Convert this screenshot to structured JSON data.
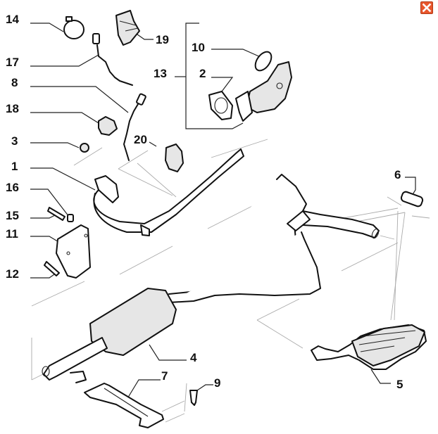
{
  "close_button": {
    "icon": "close-icon",
    "color": "#e8562c"
  },
  "callouts": [
    {
      "id": "14",
      "label": "14",
      "part": "hose-clamp"
    },
    {
      "id": "19",
      "label": "19",
      "part": "sensor-bracket"
    },
    {
      "id": "17",
      "label": "17",
      "part": "oxygen-sensor-upstream"
    },
    {
      "id": "8",
      "label": "8",
      "part": "oxygen-sensor-downstream"
    },
    {
      "id": "18",
      "label": "18",
      "part": "clip"
    },
    {
      "id": "3",
      "label": "3",
      "part": "nut"
    },
    {
      "id": "20",
      "label": "20",
      "part": "bracket"
    },
    {
      "id": "1",
      "label": "1",
      "part": "front-pipe"
    },
    {
      "id": "16",
      "label": "16",
      "part": "spacer"
    },
    {
      "id": "15",
      "label": "15",
      "part": "bolt"
    },
    {
      "id": "11",
      "label": "11",
      "part": "support-bracket"
    },
    {
      "id": "12",
      "label": "12",
      "part": "bolt"
    },
    {
      "id": "10",
      "label": "10",
      "part": "seal-ring"
    },
    {
      "id": "13",
      "label": "13",
      "part": "catalytic-converter-assembly"
    },
    {
      "id": "2",
      "label": "2",
      "part": "gasket"
    },
    {
      "id": "6",
      "label": "6",
      "part": "rubber-mount"
    },
    {
      "id": "4",
      "label": "4",
      "part": "center-silencer"
    },
    {
      "id": "7",
      "label": "7",
      "part": "heat-shield-bracket"
    },
    {
      "id": "9",
      "label": "9",
      "part": "bolt"
    },
    {
      "id": "5",
      "label": "5",
      "part": "rear-silencer"
    }
  ]
}
